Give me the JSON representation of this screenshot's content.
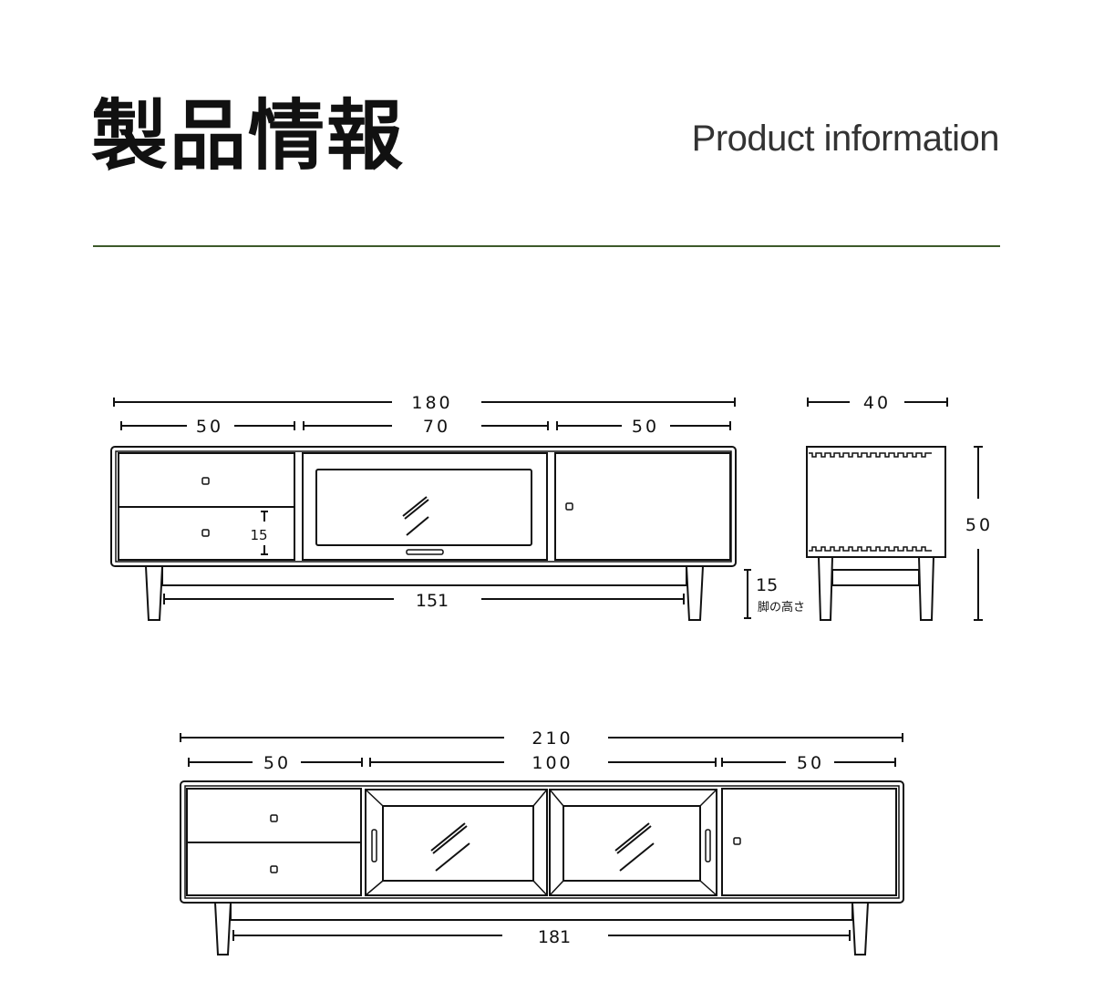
{
  "header": {
    "title_jp": "製品情報",
    "title_en": "Product information",
    "rule_color": "#3d5a2a"
  },
  "diagram_180": {
    "total_width": "180",
    "left_section": "50",
    "middle_section": "70",
    "right_section": "50",
    "drawer_height": "15",
    "leg_span": "151",
    "leg_height": "15",
    "leg_height_label": "脚の高さ",
    "depth": "40",
    "height": "50"
  },
  "diagram_210": {
    "total_width": "210",
    "left_section": "50",
    "middle_section": "100",
    "right_section": "50",
    "leg_span": "181"
  }
}
